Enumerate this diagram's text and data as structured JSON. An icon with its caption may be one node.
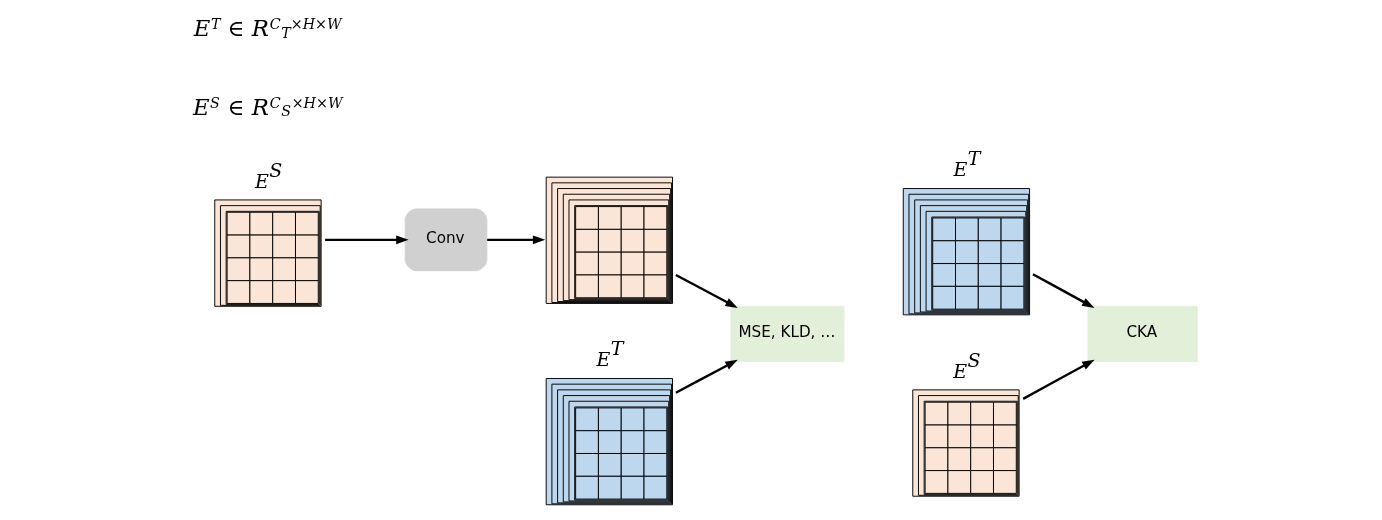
{
  "diagram": {
    "nodes": [
      {
        "text": [
          "E$^{S}$"
        ]
      },
      {
        "text": [
          "Conv"
        ]
      },
      {
        "text": [],
        "shape": "picture"
      },
      {
        "text": [
          "E$^{T}$"
        ]
      },
      {
        "text": [
          "MSE, KLD, …"
        ]
      },
      {
        "text": [
          "E$^{T}$"
        ]
      },
      {
        "text": [
          "E$^{S}$"
        ]
      },
      {
        "text": [
          "CKA"
        ]
      }
    ],
    "edges": [
      {
        "from": 0,
        "to": 1,
        "arrow": "to"
      },
      {
        "from": 1,
        "to": 2,
        "arrow": "to"
      },
      {
        "from": 3,
        "to": 4,
        "arrow": "to"
      },
      {
        "from": 2,
        "to": 4,
        "arrow": "to"
      },
      {
        "from": 5,
        "to": 7,
        "arrow": "to"
      },
      {
        "from": 6,
        "to": 7,
        "arrow": "to"
      }
    ],
    "labels": [
      "E$^{T}$ ∈ R$^{C}$$_{T}$$^{×H×W}$",
      "E$^{S}$ ∈ R$^{C}$$_{S}$$^{×H×W}$"
    ]
  }
}
